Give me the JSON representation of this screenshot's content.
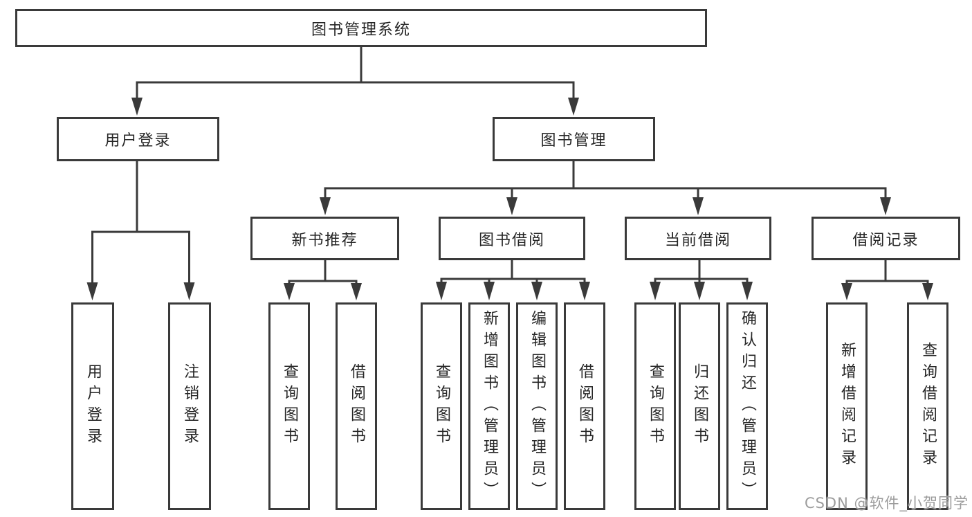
{
  "root": {
    "label": "图书管理系统"
  },
  "level2": [
    {
      "label": "用户登录"
    },
    {
      "label": "图书管理"
    }
  ],
  "level3": [
    {
      "label": "新书推荐"
    },
    {
      "label": "图书借阅"
    },
    {
      "label": "当前借阅"
    },
    {
      "label": "借阅记录"
    }
  ],
  "leaves": {
    "login": [
      "用户登录",
      "注销登录"
    ],
    "recommend": [
      "查询图书",
      "借阅图书"
    ],
    "borrow": [
      "查询图书",
      "新增图书（管理员）",
      "编辑图书（管理员）",
      "借阅图书"
    ],
    "current": [
      "查询图书",
      "归还图书",
      "确认归还（管理员）"
    ],
    "records": [
      "新增借阅记录",
      "查询借阅记录"
    ]
  },
  "watermark": "CSDN @软件_小贺同学",
  "colors": {
    "line": "#3a3a3a",
    "text": "#262626",
    "watermark": "#9c9c9c",
    "background": "#ffffff"
  }
}
